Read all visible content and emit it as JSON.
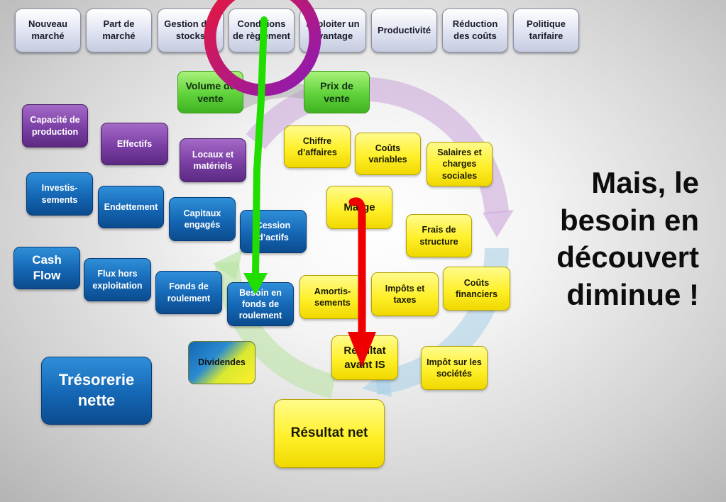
{
  "tabs": [
    {
      "label": "Nouveau\nmarché"
    },
    {
      "label": "Part de\nmarché"
    },
    {
      "label": "Gestion des\nstocks"
    },
    {
      "label": "Conditions\nde règlement"
    },
    {
      "label": "Exploiter un\navantage"
    },
    {
      "label": "Productivité"
    },
    {
      "label": "Réduction\ndes coûts"
    },
    {
      "label": "Politique\ntarifaire"
    }
  ],
  "nodes": {
    "volume_vente": "Volume de\nvente",
    "prix_vente": "Prix de\nvente",
    "chiffre_affaires": "Chiffre\nd’affaires",
    "couts_variables": "Coûts\nvariables",
    "salaires_charges": "Salaires et\ncharges\nsociales",
    "marge": "Marge",
    "frais_structure": "Frais de\nstructure",
    "amortissements": "Amortis-\nsements",
    "impots_taxes": "Impôts et\ntaxes",
    "couts_financiers": "Coûts\nfinanciers",
    "resultat_avant_is": "Résultat\navant IS",
    "impot_societes": "Impôt sur les\nsociétés",
    "resultat_net": "Résultat net",
    "capacite_production": "Capacité de\nproduction",
    "effectifs": "Effectifs",
    "locaux_materiels": "Locaux et\nmatériels",
    "investissements": "Investis-\nsements",
    "endettement": "Endettement",
    "capitaux_engages": "Capitaux\nengagés",
    "cession_actifs": "Cession\nd’actifs",
    "cash_flow": "Cash\nFlow",
    "flux_hors_exploitation": "Flux  hors\nexploitation",
    "fonds_roulement": "Fonds de\nroulement",
    "besoin_fonds_roulement": "Besoin en\nfonds de\nroulement",
    "dividendes": "Dividendes",
    "tresorerie_nette": "Trésorerie\nnette"
  },
  "headline": "Mais, le\nbesoin en\ndécouvert\ndiminue !",
  "colors": {
    "highlight_ring_start": "#e8183a",
    "highlight_ring_end": "#8a1ab8",
    "arrow_down_bfr": "#22dd00",
    "arrow_down_resultat": "#ee0000"
  }
}
